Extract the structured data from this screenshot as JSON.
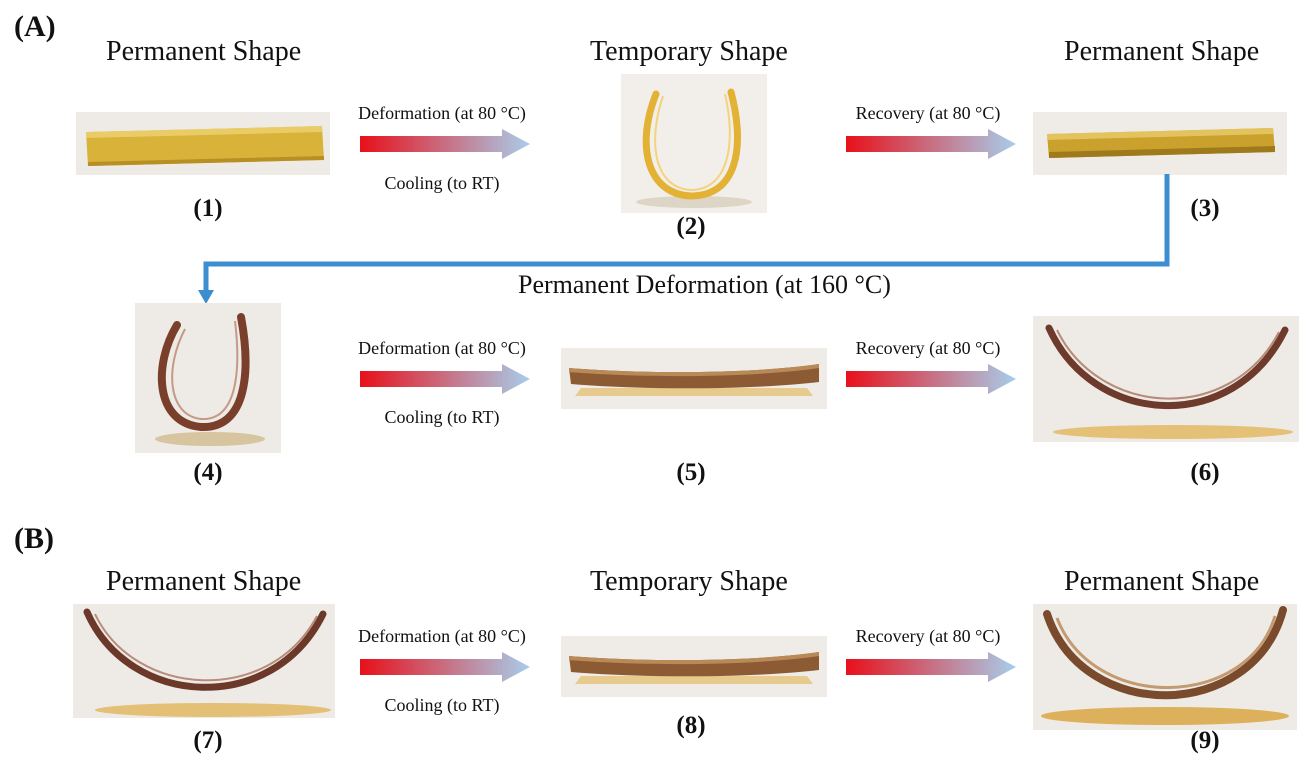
{
  "panels": {
    "a_label": "(A)",
    "b_label": "(B)"
  },
  "headings": {
    "h1": "Permanent Shape",
    "h2": "Temporary Shape",
    "h3": "Permanent Shape",
    "h7": "Permanent Shape",
    "h8": "Temporary Shape",
    "h9": "Permanent Shape"
  },
  "arrows": {
    "deform_top": "Deformation (at 80 °C)",
    "deform_bottom": "Cooling (to RT)",
    "recover_top": "Recovery (at 80 °C)"
  },
  "permanent_deformation": "Permanent Deformation (at 160 °C)",
  "numbers": [
    "(1)",
    "(2)",
    "(3)",
    "(4)",
    "(5)",
    "(6)",
    "(7)",
    "(8)",
    "(9)"
  ],
  "colors": {
    "arrow_start": "#e8101a",
    "arrow_end": "#a8cdea",
    "connector": "#3d8ed0",
    "film_yellow": "#d9b23a",
    "film_brown": "#7a3f2a"
  },
  "icons": {
    "process_arrow": "gradient-right-arrow",
    "connector": "elbow-down-arrow"
  }
}
